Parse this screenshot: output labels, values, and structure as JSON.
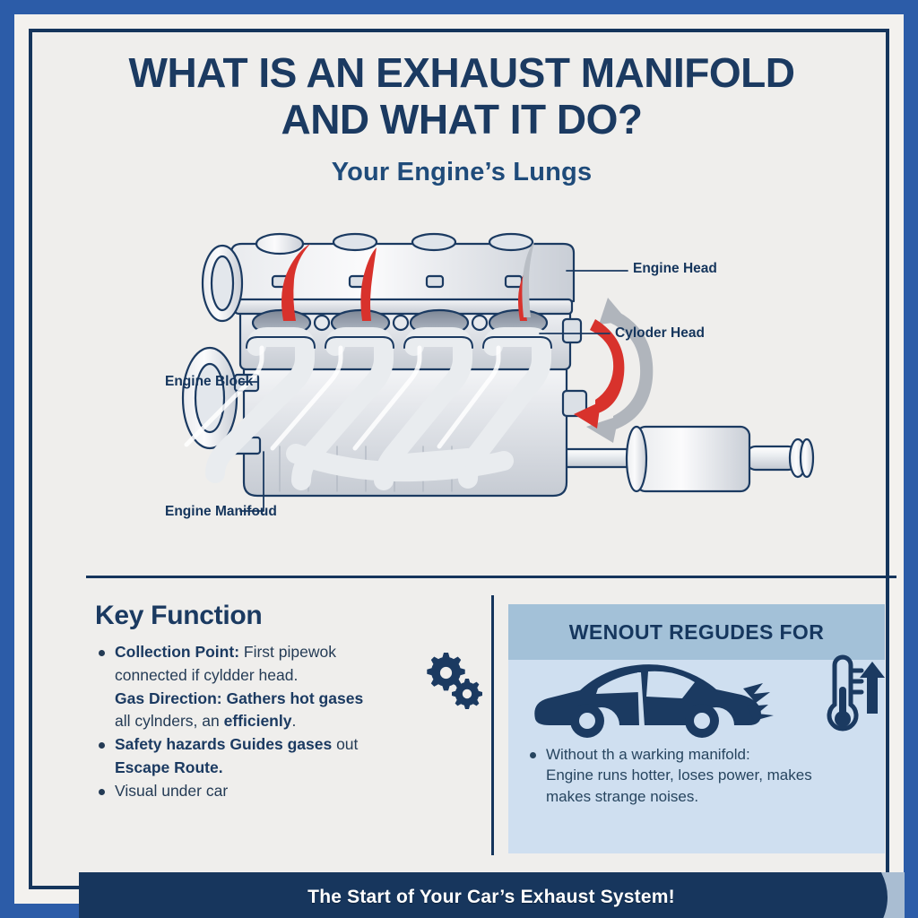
{
  "colors": {
    "outer_border": "#2c5ca8",
    "inner_frame": "#15355c",
    "page_bg": "#efeeec",
    "title": "#1b3a61",
    "accent_red": "#d8322c",
    "panel_header_bg": "#a3c1d8",
    "panel_body_bg": "#cfdff0",
    "banner_bg": "#17365d"
  },
  "header": {
    "title_line1": "WHAT IS AN EXHAUST MANIFOLD",
    "title_line2": "AND WHAT IT DO?",
    "subtitle": "Your Engine’s Lungs"
  },
  "diagram": {
    "labels": {
      "engine_head": "Engine Head",
      "cylinder_head": "Cyloder Head",
      "engine_block": "Engine Block",
      "engine_manifold": "Engine Manifoud"
    },
    "icon_names": [
      "engine-block-illustration",
      "exhaust-manifold-runners",
      "muffler-illustration",
      "tailpipe-illustration",
      "red-flame-arrow",
      "gray-flow-arrow"
    ]
  },
  "key_function": {
    "heading": "Key Function",
    "items": [
      {
        "bullet": true,
        "lead": "Collection Point:",
        "rest": " First pipewok"
      },
      {
        "bullet": false,
        "lead": "",
        "rest": "connected if cyldder head."
      },
      {
        "bullet": false,
        "lead": "Gas Direction: Gathers",
        "rest": " hot gases"
      },
      {
        "bullet": false,
        "lead": "",
        "rest": "all cylnders, an ",
        "tail_bold": "efficienly",
        "tail": "."
      },
      {
        "bullet": true,
        "lead": "Safety hazards Guides gases",
        "rest": " out"
      },
      {
        "bullet": false,
        "lead": "Escape Route.",
        "rest": ""
      },
      {
        "bullet": true,
        "lead": "",
        "rest": "Visual under car"
      }
    ]
  },
  "right_panel": {
    "header": "WENOUT REGUDES FOR",
    "icons": [
      "car-icon",
      "exhaust-puff-icon",
      "thermometer-rising-icon"
    ],
    "body_lines": [
      "Without th a warking manifold:",
      "Engine runs hotter, loses power, makes",
      "makes strange noises."
    ]
  },
  "banner": {
    "text": "The Start of Your Car’s Exhaust System!",
    "notch": "ribbon-notch-icon"
  }
}
